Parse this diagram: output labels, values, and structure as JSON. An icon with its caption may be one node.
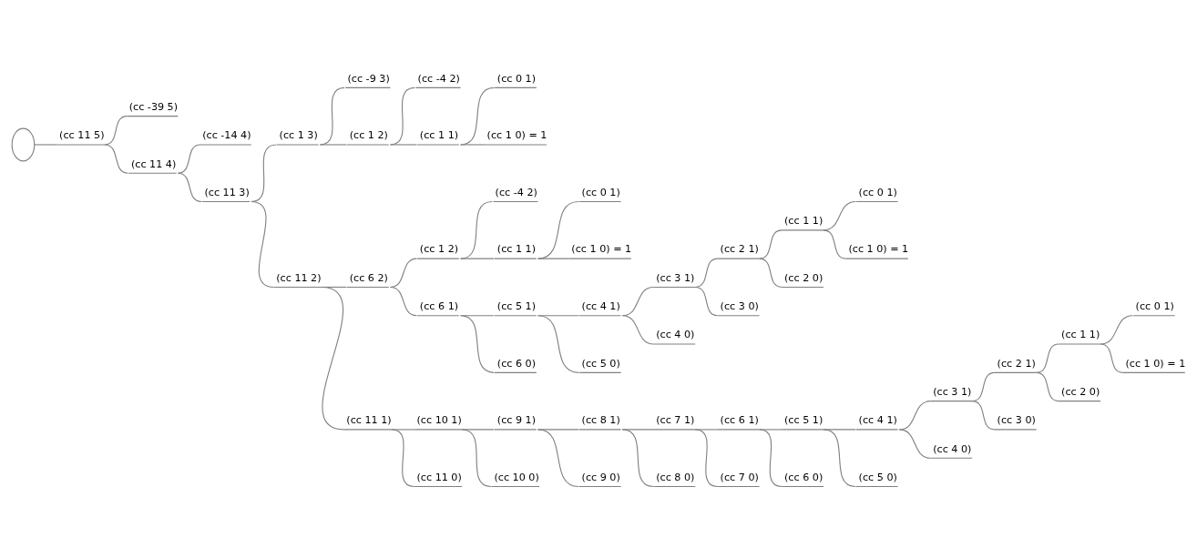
{
  "diagram": {
    "nodes": [
      {
        "text": [],
        "shape": "circle"
      },
      {
        "text": [
          "(cc 11 5)"
        ]
      },
      {
        "text": [
          "(cc -39 5)"
        ]
      },
      {
        "text": [
          "(cc 11 4)"
        ]
      },
      {
        "text": [
          "(cc -14 4)"
        ]
      },
      {
        "text": [
          "(cc 11 3)"
        ]
      },
      {
        "text": [
          "(cc 1 3)"
        ]
      },
      {
        "text": [
          "(cc -9 3)"
        ]
      },
      {
        "text": [
          "(cc 1 2)"
        ]
      },
      {
        "text": [
          "(cc -4 2)"
        ]
      },
      {
        "text": [
          "(cc 1 1)"
        ]
      },
      {
        "text": [
          "(cc 0 1)"
        ]
      },
      {
        "text": [
          "(cc 1 0) = 1"
        ]
      },
      {
        "text": [
          "(cc 11 2)"
        ]
      },
      {
        "text": [
          "(cc 6 2)"
        ]
      },
      {
        "text": [
          "(cc 1 2)"
        ]
      },
      {
        "text": [
          "(cc -4 2)"
        ]
      },
      {
        "text": [
          "(cc 1 1)"
        ]
      },
      {
        "text": [
          "(cc 0 1)"
        ]
      },
      {
        "text": [
          "(cc 1 0) = 1"
        ]
      },
      {
        "text": [
          "(cc 6 1)"
        ]
      },
      {
        "text": [
          "(cc 5 1)"
        ]
      },
      {
        "text": [
          "(cc 4 1)"
        ]
      },
      {
        "text": [
          "(cc 3 1)"
        ]
      },
      {
        "text": [
          "(cc 2 1)"
        ]
      },
      {
        "text": [
          "(cc 1 1)"
        ]
      },
      {
        "text": [
          "(cc 0 1)"
        ]
      },
      {
        "text": [
          "(cc 1 0) = 1"
        ]
      },
      {
        "text": [
          "(cc 2 0)"
        ]
      },
      {
        "text": [
          "(cc 3 0)"
        ]
      },
      {
        "text": [
          "(cc 4 0)"
        ]
      },
      {
        "text": [
          "(cc 5 0)"
        ]
      },
      {
        "text": [
          "(cc 6 0)"
        ]
      },
      {
        "text": [
          "(cc 11 1)"
        ]
      },
      {
        "text": [
          "(cc 10 1)"
        ]
      },
      {
        "text": [
          "(cc 9 1)"
        ]
      },
      {
        "text": [
          "(cc 8 1)"
        ]
      },
      {
        "text": [
          "(cc 7 1)"
        ]
      },
      {
        "text": [
          "(cc 6 1)"
        ]
      },
      {
        "text": [
          "(cc 5 1)"
        ]
      },
      {
        "text": [
          "(cc 4 1)"
        ]
      },
      {
        "text": [
          "(cc 3 1)"
        ]
      },
      {
        "text": [
          "(cc 2 1)"
        ]
      },
      {
        "text": [
          "(cc 1 1)"
        ]
      },
      {
        "text": [
          "(cc 0 1)"
        ]
      },
      {
        "text": [
          "(cc 1 0) = 1"
        ]
      },
      {
        "text": [
          "(cc 2 0)"
        ]
      },
      {
        "text": [
          "(cc 3 0)"
        ]
      },
      {
        "text": [
          "(cc 4 0)"
        ]
      },
      {
        "text": [
          "(cc 5 0)"
        ]
      },
      {
        "text": [
          "(cc 6 0)"
        ]
      },
      {
        "text": [
          "(cc 7 0)"
        ]
      },
      {
        "text": [
          "(cc 8 0)"
        ]
      },
      {
        "text": [
          "(cc 9 0)"
        ]
      },
      {
        "text": [
          "(cc 10 0)"
        ]
      },
      {
        "text": [
          "(cc 11 0)"
        ]
      }
    ],
    "edges": [
      {
        "from": 0,
        "to": 1,
        "arrow": "none"
      },
      {
        "from": 1,
        "to": 2,
        "arrow": "none"
      },
      {
        "from": 1,
        "to": 3,
        "arrow": "none"
      },
      {
        "from": 3,
        "to": 4,
        "arrow": "none"
      },
      {
        "from": 3,
        "to": 5,
        "arrow": "none"
      },
      {
        "from": 5,
        "to": 6,
        "arrow": "none"
      },
      {
        "from": 6,
        "to": 7,
        "arrow": "none"
      },
      {
        "from": 6,
        "to": 8,
        "arrow": "none"
      },
      {
        "from": 8,
        "to": 9,
        "arrow": "none"
      },
      {
        "from": 8,
        "to": 10,
        "arrow": "none"
      },
      {
        "from": 10,
        "to": 11,
        "arrow": "none"
      },
      {
        "from": 10,
        "to": 12,
        "arrow": "none"
      },
      {
        "from": 5,
        "to": 13,
        "arrow": "none"
      },
      {
        "from": 13,
        "to": 14,
        "arrow": "none"
      },
      {
        "from": 14,
        "to": 15,
        "arrow": "none"
      },
      {
        "from": 15,
        "to": 16,
        "arrow": "none"
      },
      {
        "from": 15,
        "to": 17,
        "arrow": "none"
      },
      {
        "from": 17,
        "to": 18,
        "arrow": "none"
      },
      {
        "from": 17,
        "to": 19,
        "arrow": "none"
      },
      {
        "from": 14,
        "to": 20,
        "arrow": "none"
      },
      {
        "from": 20,
        "to": 21,
        "arrow": "none"
      },
      {
        "from": 21,
        "to": 22,
        "arrow": "none"
      },
      {
        "from": 22,
        "to": 23,
        "arrow": "none"
      },
      {
        "from": 23,
        "to": 24,
        "arrow": "none"
      },
      {
        "from": 24,
        "to": 25,
        "arrow": "none"
      },
      {
        "from": 25,
        "to": 26,
        "arrow": "none"
      },
      {
        "from": 25,
        "to": 27,
        "arrow": "none"
      },
      {
        "from": 24,
        "to": 28,
        "arrow": "none"
      },
      {
        "from": 23,
        "to": 29,
        "arrow": "none"
      },
      {
        "from": 22,
        "to": 30,
        "arrow": "none"
      },
      {
        "from": 21,
        "to": 31,
        "arrow": "none"
      },
      {
        "from": 20,
        "to": 32,
        "arrow": "none"
      },
      {
        "from": 13,
        "to": 33,
        "arrow": "none"
      },
      {
        "from": 33,
        "to": 34,
        "arrow": "none"
      },
      {
        "from": 34,
        "to": 35,
        "arrow": "none"
      },
      {
        "from": 35,
        "to": 36,
        "arrow": "none"
      },
      {
        "from": 36,
        "to": 37,
        "arrow": "none"
      },
      {
        "from": 37,
        "to": 38,
        "arrow": "none"
      },
      {
        "from": 38,
        "to": 39,
        "arrow": "none"
      },
      {
        "from": 39,
        "to": 40,
        "arrow": "none"
      },
      {
        "from": 40,
        "to": 41,
        "arrow": "none"
      },
      {
        "from": 41,
        "to": 42,
        "arrow": "none"
      },
      {
        "from": 42,
        "to": 43,
        "arrow": "none"
      },
      {
        "from": 43,
        "to": 44,
        "arrow": "none"
      },
      {
        "from": 43,
        "to": 45,
        "arrow": "none"
      },
      {
        "from": 42,
        "to": 46,
        "arrow": "none"
      },
      {
        "from": 41,
        "to": 47,
        "arrow": "none"
      },
      {
        "from": 40,
        "to": 48,
        "arrow": "none"
      },
      {
        "from": 39,
        "to": 49,
        "arrow": "none"
      },
      {
        "from": 38,
        "to": 50,
        "arrow": "none"
      },
      {
        "from": 37,
        "to": 51,
        "arrow": "none"
      },
      {
        "from": 36,
        "to": 52,
        "arrow": "none"
      },
      {
        "from": 35,
        "to": 53,
        "arrow": "none"
      },
      {
        "from": 34,
        "to": 54,
        "arrow": "none"
      },
      {
        "from": 33,
        "to": 55,
        "arrow": "none"
      }
    ]
  }
}
